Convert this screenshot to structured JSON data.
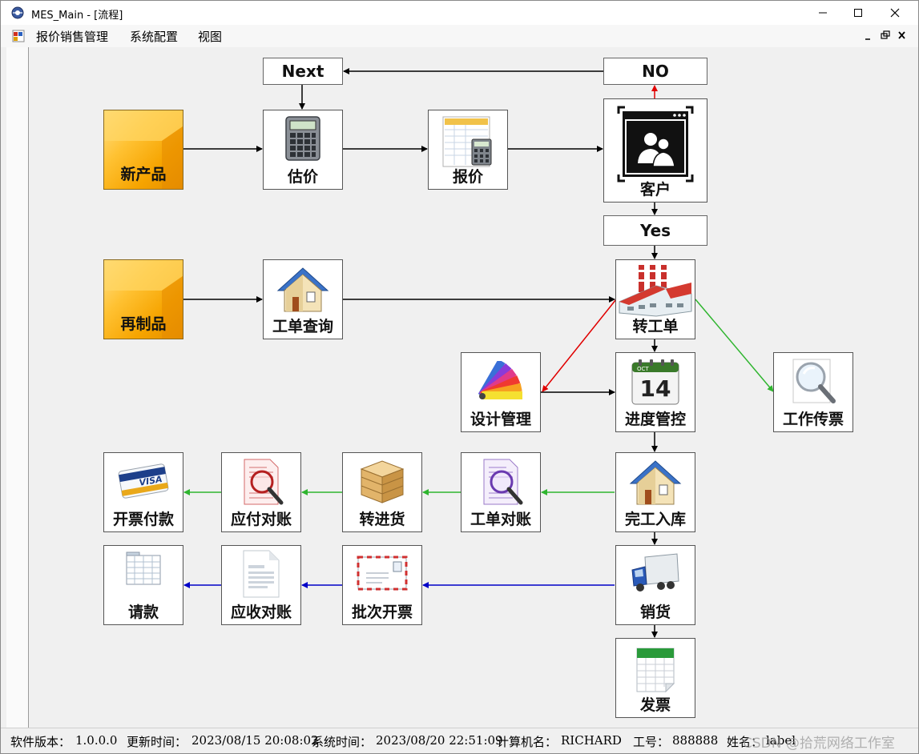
{
  "window": {
    "title": "MES_Main - [流程]"
  },
  "menu": {
    "items": [
      "报价销售管理",
      "系统配置",
      "视图"
    ]
  },
  "flow": {
    "decisions": {
      "next": "Next",
      "no": "NO",
      "yes": "Yes"
    },
    "nodes": {
      "new_product": "新产品",
      "estimate": "估价",
      "quote": "报价",
      "customer": "客户",
      "remake_product": "再制品",
      "work_order_query": "工单查询",
      "convert_work_order": "转工单",
      "design_management": "设计管理",
      "progress_control": "进度管控",
      "work_ticket": "工作传票",
      "invoice_payment": "开票付款",
      "payable_reconcile": "应付对账",
      "transfer_purchase": "转进货",
      "work_order_reconcile": "工单对账",
      "finished_storage": "完工入库",
      "payment_request": "请款",
      "receivable_reconcile": "应收对账",
      "batch_invoice": "批次开票",
      "sales": "销货",
      "invoice": "发票"
    }
  },
  "colors": {
    "arrow_black": "#000000",
    "arrow_red": "#e00000",
    "arrow_green": "#2fb52f",
    "arrow_blue": "#0000c8"
  },
  "status": {
    "version_label": "软件版本：",
    "version": "1.0.0.0",
    "updated_label": "更新时间：",
    "updated": "2023/08/15 20:08:02",
    "systime_label": "系统时间：",
    "systime": "2023/08/20 22:51:09",
    "computer_label": "计算机名：",
    "computer": "RICHARD",
    "empno_label": "工号：",
    "empno": "888888",
    "name_label": "姓名：",
    "name_value": "label",
    "watermark": "CSDN @拾荒网络工作室"
  }
}
